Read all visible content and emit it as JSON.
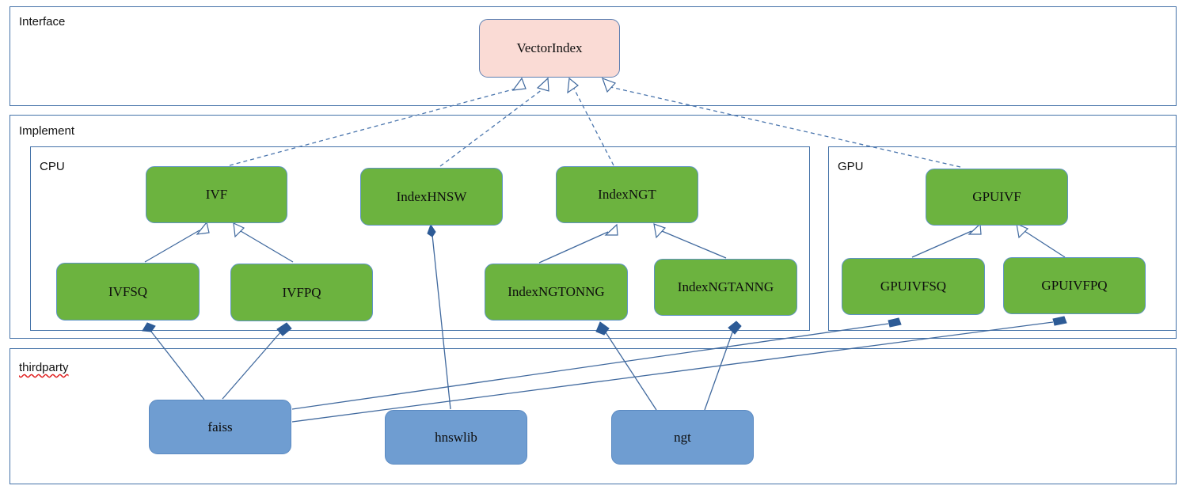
{
  "diagram": {
    "title": "VectorIndex architecture layering diagram",
    "colors": {
      "interface_node_fill": "#fadbd5",
      "implement_node_fill": "#6cb33f",
      "thirdparty_node_fill": "#6f9dd1",
      "frame_border": "#4472a8",
      "edge_line": "#40699e",
      "diamond_fill": "#2d5b96",
      "spellcheck_underline": "#e02020"
    },
    "frames": [
      {
        "id": "interface",
        "label": "Interface"
      },
      {
        "id": "implement",
        "label": "Implement"
      },
      {
        "id": "cpu",
        "label": "CPU"
      },
      {
        "id": "gpu",
        "label": "GPU"
      },
      {
        "id": "thirdparty",
        "label": "thirdparty",
        "misspelled": true
      }
    ],
    "nodes": [
      {
        "id": "vectorindex",
        "label": "VectorIndex",
        "group": "interface",
        "style": "pink"
      },
      {
        "id": "ivf",
        "label": "IVF",
        "group": "cpu",
        "style": "green"
      },
      {
        "id": "indexhnsw",
        "label": "IndexHNSW",
        "group": "cpu",
        "style": "green"
      },
      {
        "id": "indexngt",
        "label": "IndexNGT",
        "group": "cpu",
        "style": "green"
      },
      {
        "id": "ivfsq",
        "label": "IVFSQ",
        "group": "cpu",
        "style": "green"
      },
      {
        "id": "ivfpq",
        "label": "IVFPQ",
        "group": "cpu",
        "style": "green"
      },
      {
        "id": "indexngtonng",
        "label": "IndexNGTONNG",
        "group": "cpu",
        "style": "green"
      },
      {
        "id": "indexngtanng",
        "label": "IndexNGTANNG",
        "group": "cpu",
        "style": "green"
      },
      {
        "id": "gpuivf",
        "label": "GPUIVF",
        "group": "gpu",
        "style": "green"
      },
      {
        "id": "gpuivfsq",
        "label": "GPUIVFSQ",
        "group": "gpu",
        "style": "green"
      },
      {
        "id": "gpuivfpq",
        "label": "GPUIVFPQ",
        "group": "gpu",
        "style": "green"
      },
      {
        "id": "faiss",
        "label": "faiss",
        "group": "thirdparty",
        "style": "blue"
      },
      {
        "id": "hnswlib",
        "label": "hnswlib",
        "group": "thirdparty",
        "style": "blue"
      },
      {
        "id": "ngt",
        "label": "ngt",
        "group": "thirdparty",
        "style": "blue"
      }
    ],
    "edges": [
      {
        "from": "ivf",
        "to": "vectorindex",
        "type": "realization"
      },
      {
        "from": "indexhnsw",
        "to": "vectorindex",
        "type": "realization"
      },
      {
        "from": "indexngt",
        "to": "vectorindex",
        "type": "realization"
      },
      {
        "from": "gpuivf",
        "to": "vectorindex",
        "type": "realization"
      },
      {
        "from": "ivfsq",
        "to": "ivf",
        "type": "generalization"
      },
      {
        "from": "ivfpq",
        "to": "ivf",
        "type": "generalization"
      },
      {
        "from": "indexngtonng",
        "to": "indexngt",
        "type": "generalization"
      },
      {
        "from": "indexngtanng",
        "to": "indexngt",
        "type": "generalization"
      },
      {
        "from": "gpuivfsq",
        "to": "gpuivf",
        "type": "generalization"
      },
      {
        "from": "gpuivfpq",
        "to": "gpuivf",
        "type": "generalization"
      },
      {
        "from": "faiss",
        "to": "ivfsq",
        "type": "composition"
      },
      {
        "from": "faiss",
        "to": "ivfpq",
        "type": "composition"
      },
      {
        "from": "faiss",
        "to": "gpuivfsq",
        "type": "composition"
      },
      {
        "from": "faiss",
        "to": "gpuivfpq",
        "type": "composition"
      },
      {
        "from": "hnswlib",
        "to": "indexhnsw",
        "type": "composition"
      },
      {
        "from": "ngt",
        "to": "indexngtonng",
        "type": "composition"
      },
      {
        "from": "ngt",
        "to": "indexngtanng",
        "type": "composition"
      }
    ]
  }
}
